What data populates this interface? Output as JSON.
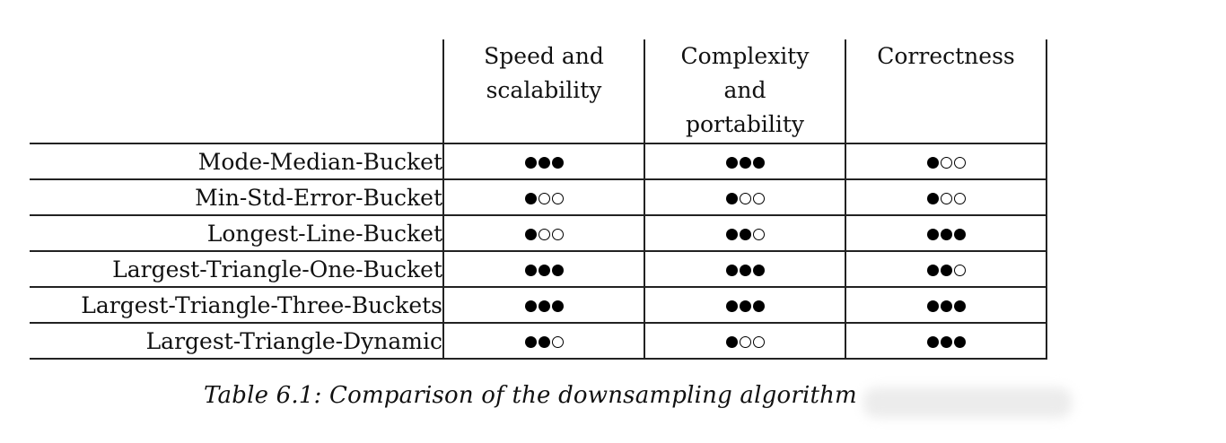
{
  "table": {
    "headers": [
      "Speed and scalability",
      "Complexity and portability",
      "Correctness"
    ],
    "rows": [
      {
        "label": "Mode-Median-Bucket",
        "ratings": [
          3,
          3,
          1
        ]
      },
      {
        "label": "Min-Std-Error-Bucket",
        "ratings": [
          1,
          1,
          1
        ]
      },
      {
        "label": "Longest-Line-Bucket",
        "ratings": [
          1,
          2,
          3
        ]
      },
      {
        "label": "Largest-Triangle-One-Bucket",
        "ratings": [
          3,
          3,
          2
        ]
      },
      {
        "label": "Largest-Triangle-Three-Buckets",
        "ratings": [
          3,
          3,
          3
        ]
      },
      {
        "label": "Largest-Triangle-Dynamic",
        "ratings": [
          2,
          1,
          3
        ]
      }
    ],
    "rating_scale_max": 3
  },
  "caption": "Table 6.1: Comparison of the downsampling algorithm"
}
